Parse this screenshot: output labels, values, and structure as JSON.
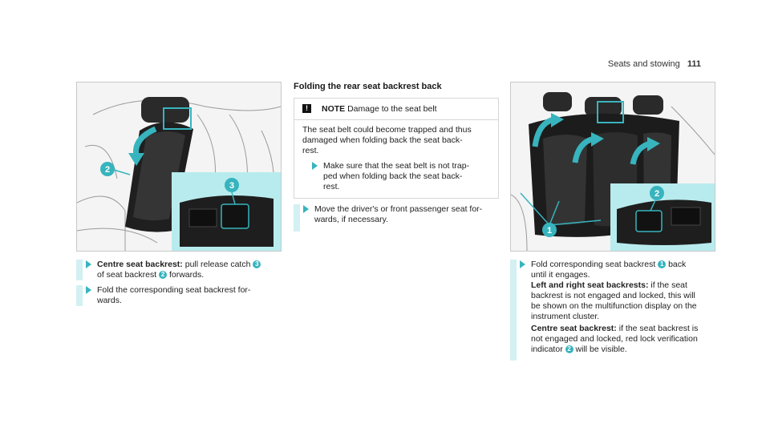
{
  "header": {
    "section": "Seats and stowing",
    "page_number": "111"
  },
  "colors": {
    "accent": "#37b4be",
    "accent_light": "#d3f0f2",
    "inset_bg": "#b8ebee"
  },
  "left": {
    "figure": {
      "callouts": [
        "2",
        "3"
      ]
    },
    "step1": {
      "bold": "Centre seat backrest:",
      "t1": " pull release catch ",
      "n1": "3",
      "t2": "of seat backrest ",
      "n2": "2",
      "t3": " forwards."
    },
    "step2": {
      "text": "Fold the corresponding seat backrest for-",
      "text2": "wards."
    }
  },
  "middle": {
    "title": "Folding the rear seat backrest back",
    "note": {
      "icon": "!",
      "label": "NOTE",
      "heading": "Damage to the seat belt",
      "body1": "The seat belt could become trapped and thus",
      "body2": "damaged when folding back the seat back-",
      "body3": "rest.",
      "bullet1": "Make sure that the seat belt is not trap-",
      "bullet2": "ped when folding back the seat back-",
      "bullet3": "rest."
    },
    "step": {
      "line1": "Move the driver's or front passenger seat for-",
      "line2": "wards, if necessary."
    }
  },
  "right": {
    "figure": {
      "callouts": [
        "1",
        "2"
      ]
    },
    "step": {
      "l1a": "Fold corresponding seat backrest ",
      "l1n": "1",
      "l1b": " back",
      "l2": "until it engages.",
      "b1": "Left and right seat backrests:",
      "l3": " if the seat",
      "l4": "backrest is not engaged and locked, this will",
      "l5": "be shown on the multifunction display on the",
      "l6": "instrument cluster.",
      "b2": "Centre seat backrest:",
      "l7": " if the seat backrest is",
      "l8": "not engaged and locked, red lock verification",
      "l9a": "indicator ",
      "l9n": "2",
      "l9b": " will be visible."
    }
  }
}
